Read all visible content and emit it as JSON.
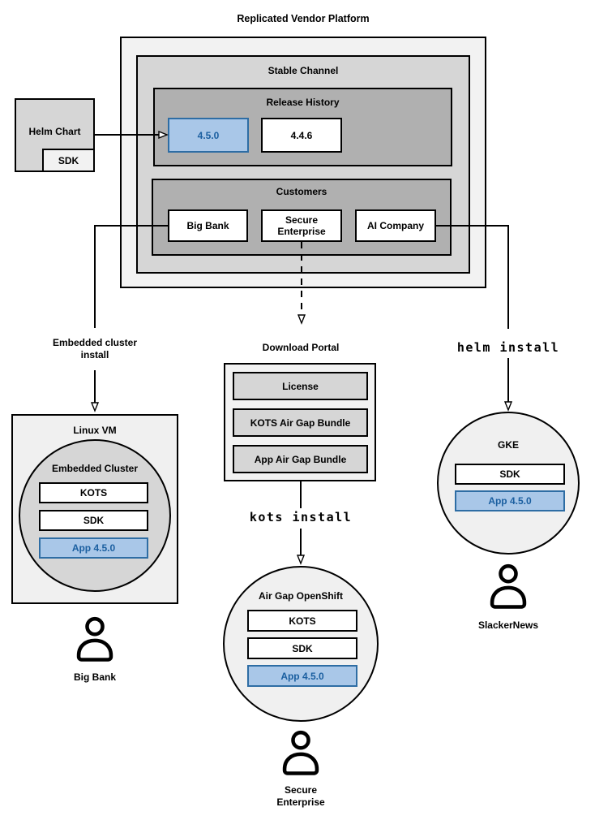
{
  "title": "Replicated Vendor Platform",
  "platform": {
    "stable_channel": {
      "label": "Stable Channel",
      "release_history": {
        "label": "Release History",
        "releases": [
          "4.5.0",
          "4.4.6"
        ],
        "highlighted_release": "4.5.0"
      },
      "customers": {
        "label": "Customers",
        "items": [
          "Big Bank",
          "Secure\nEnterprise",
          "AI Company"
        ]
      }
    }
  },
  "helm_chart": {
    "label": "Helm Chart",
    "sdk": "SDK"
  },
  "flows": {
    "embedded": {
      "arrow_label": "Embedded cluster\ninstall",
      "vm_label": "Linux VM",
      "cluster_label": "Embedded Cluster",
      "components": [
        "KOTS",
        "SDK",
        "App 4.5.0"
      ],
      "user": "Big Bank"
    },
    "airgap": {
      "portal_label": "Download Portal",
      "portal_items": [
        "License",
        "KOTS Air Gap Bundle",
        "App Air Gap Bundle"
      ],
      "command": "kots install",
      "cluster_label": "Air Gap OpenShift",
      "components": [
        "KOTS",
        "SDK",
        "App 4.5.0"
      ],
      "user": "Secure\nEnterprise"
    },
    "helm": {
      "command": "helm install",
      "cluster_label": "GKE",
      "components": [
        "SDK",
        "App 4.5.0"
      ],
      "user": "SlackerNews"
    }
  },
  "colors": {
    "highlight_fill": "#a9c7e8",
    "highlight_border": "#2e6da4",
    "highlight_text": "#1b5fa0",
    "container_light": "#f2f2f2",
    "container_medium": "#d6d6d6",
    "container_dark": "#b0b0b0"
  }
}
